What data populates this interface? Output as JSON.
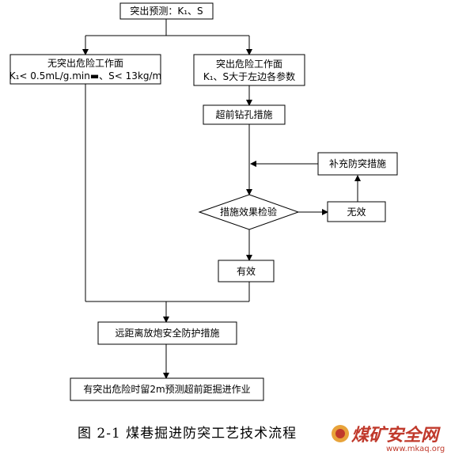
{
  "nodes": {
    "predict": "突出预测：K₁、S",
    "no_danger_l1": "无突出危险工作面",
    "no_danger_l2": "K₁< 0.5mL/g.min▬、S< 13kg/m",
    "danger_l1": "突出危险工作面",
    "danger_l2": "K₁、S大于左边各参数",
    "drill": "超前钻孔措施",
    "supplement": "补充防突措施",
    "check": "措施效果检验",
    "invalid": "无效",
    "valid": "有效",
    "remote_blast": "远距离放炮安全防护措施",
    "advance": "有突出危险时留2m预测超前距掘进作业"
  },
  "caption": "图 2-1   煤巷掘进防突工艺技术流程",
  "watermark": {
    "text": "煤矿安全网",
    "url": "www.mkaq.org",
    "color": "#c0392b"
  }
}
